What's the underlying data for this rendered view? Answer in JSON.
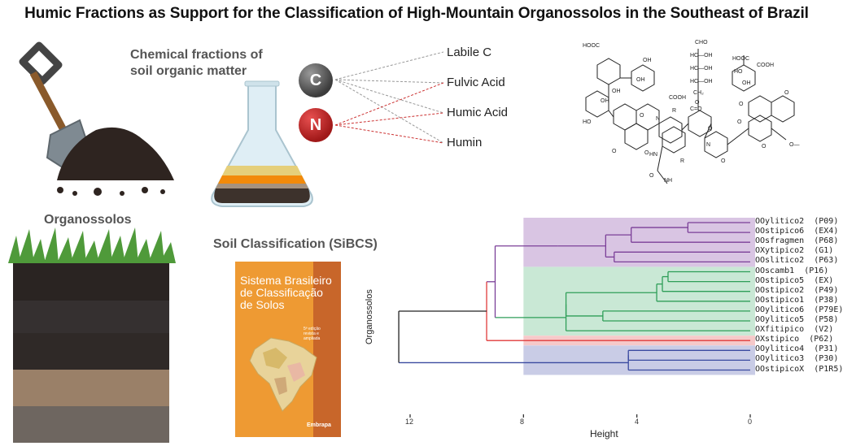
{
  "title": "Humic Fractions as Support for the Classification of High-Mountain Organossolos in the Southeast of Brazil",
  "chemical_fractions_title": [
    "Chemical fractions of",
    "soil organic matter"
  ],
  "elements": [
    "C",
    "N"
  ],
  "fractions": [
    "Labile C",
    "Fulvic Acid",
    "Humic Acid",
    "Humin"
  ],
  "organossolos_label": "Organossolos",
  "soil_classification_label": "Soil Classification (SiBCS)",
  "book": {
    "title": [
      "Sistema Brasileiro",
      "de Classificação",
      "de Solos"
    ],
    "edition": [
      "5ª edição",
      "revista e ampliada"
    ],
    "publisher": "Embrapa"
  },
  "molecule_labels": [
    "HOOC",
    "OH",
    "OH",
    "HO",
    "OH",
    "O",
    "O",
    "O",
    "N",
    "COOH",
    "R",
    "CHO",
    "HC—OH",
    "HC—OH",
    "HC—OH",
    "CH₂",
    "O",
    "C=O",
    "HOOC",
    "COOH",
    "HO",
    "OH",
    "O",
    "O",
    "O",
    "O",
    "N",
    "HN",
    "R",
    "O",
    "NH",
    "O—",
    "O",
    "O",
    "OH"
  ],
  "chart_data": {
    "type": "dendrogram",
    "ylabel": "Organossolos",
    "xlabel": "Height",
    "x_ticks": [
      12,
      8,
      4,
      0
    ],
    "x_range": [
      12.5,
      0
    ],
    "leaves": [
      "OOylitico2  (P09)",
      "OOstipico6  (EX4)",
      "OOsfragmen  (P68)",
      "OXytipico2  (G1)",
      "OOslitico2  (P63)",
      "OOscamb1  (P16)",
      "OOstipico5  (EX)",
      "OOstipico2  (P49)",
      "OOstipico1  (P38)",
      "OOylitico6  (P79E)",
      "OOylitico5  (P58)",
      "OXfitipico  (V2)",
      "OXstipico  (P62)",
      "OOylitico4  (P31)",
      "OOylitico3  (P30)",
      "OOstipicoX  (P1R5)"
    ],
    "clusters": [
      {
        "color": "#7b3f98",
        "fill": "#d9c5e3",
        "leaves": [
          0,
          1,
          2,
          3,
          4
        ]
      },
      {
        "color": "#2e9e58",
        "fill": "#c9e8d5",
        "leaves": [
          5,
          6,
          7,
          8,
          9,
          10,
          11
        ]
      },
      {
        "color": "#e03a3a",
        "fill": "#f6c9c9",
        "leaves": [
          12
        ]
      },
      {
        "color": "#3a4aa0",
        "fill": "#c9cce6",
        "leaves": [
          13,
          14,
          15
        ]
      }
    ],
    "merges": [
      {
        "a": 0,
        "b": 1,
        "h": 2.2,
        "color": "#7b3f98"
      },
      {
        "a": "m0",
        "b": 2,
        "h": 4.2,
        "color": "#7b3f98"
      },
      {
        "a": 3,
        "b": 4,
        "h": 4.8,
        "color": "#7b3f98"
      },
      {
        "a": "m1",
        "b": "m2",
        "h": 5.1,
        "color": "#7b3f98"
      },
      {
        "a": "m3",
        "b": "_p",
        "h": 6.8,
        "color": "#7b3f98",
        "note": "purple top"
      },
      {
        "a": 5,
        "b": 6,
        "h": 2.9,
        "color": "#2e9e58"
      },
      {
        "a": "m5",
        "b": 7,
        "h": 3.1,
        "color": "#2e9e58"
      },
      {
        "a": "m6",
        "b": 8,
        "h": 3.3,
        "color": "#2e9e58"
      },
      {
        "a": 9,
        "b": 10,
        "h": 5.2,
        "color": "#2e9e58"
      },
      {
        "a": "m7",
        "b": "m8",
        "h": 6.5,
        "color": "#2e9e58"
      },
      {
        "a": "m9",
        "b": 11,
        "h": 6.5,
        "color": "#2e9e58"
      },
      {
        "a": 13,
        "b": 14,
        "h": 4.3,
        "color": "#3a4aa0"
      },
      {
        "a": "m11",
        "b": 15,
        "h": 4.3,
        "color": "#3a4aa0"
      }
    ]
  }
}
